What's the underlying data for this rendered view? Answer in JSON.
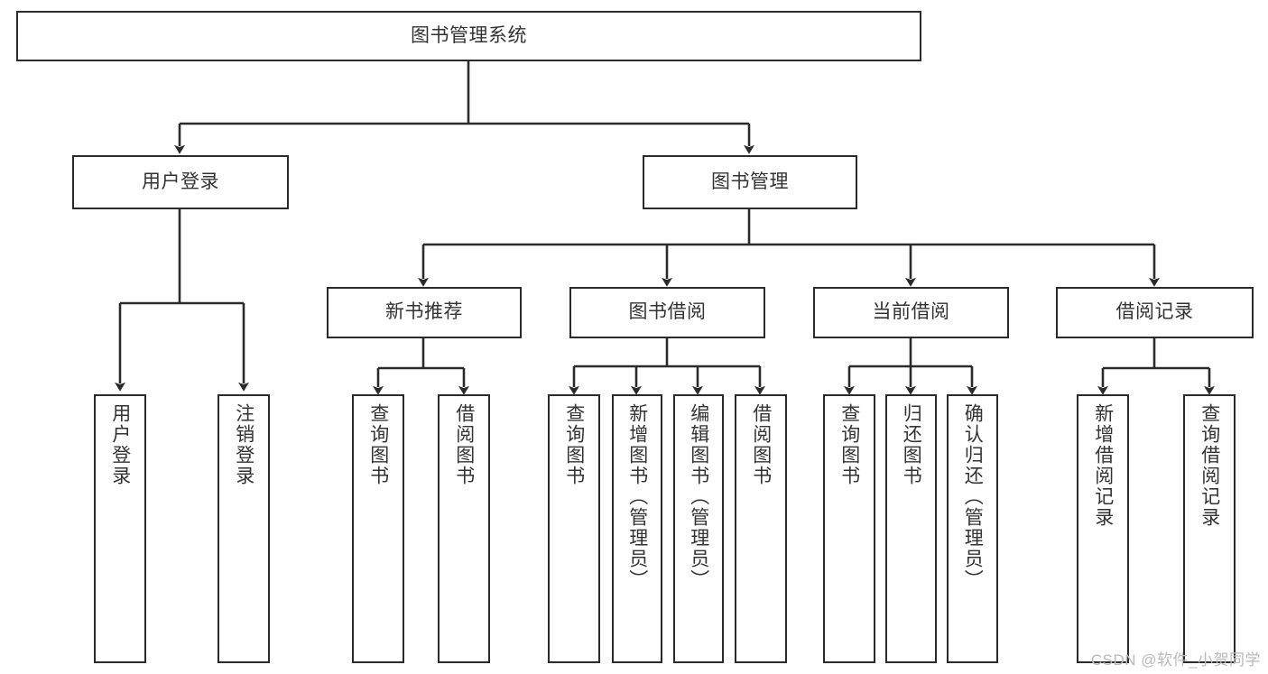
{
  "diagram": {
    "title": "图书管理系统",
    "type": "功能结构图",
    "watermark": "CSDN @软件_小贺同学",
    "style": {
      "box_border_color": "#2b2b2b",
      "box_fill_color": "#ffffff",
      "text_color": "#333333",
      "connector_color": "#2b2b2b",
      "background_color": "#ffffff",
      "watermark_color": "#b9b9b9"
    },
    "nodes": {
      "root": {
        "label": "图书管理系统"
      },
      "level2": [
        {
          "label": "用户登录"
        },
        {
          "label": "图书管理"
        }
      ],
      "level3": [
        {
          "label": "新书推荐"
        },
        {
          "label": "图书借阅"
        },
        {
          "label": "当前借阅"
        },
        {
          "label": "借阅记录"
        }
      ],
      "leaves_user_login": [
        {
          "label": "用户登录"
        },
        {
          "label": "注销登录"
        }
      ],
      "leaves_new_book": [
        {
          "label": "查询图书"
        },
        {
          "label": "借阅图书"
        }
      ],
      "leaves_borrow": [
        {
          "label": "查询图书"
        },
        {
          "label": "新增图书（管理员）"
        },
        {
          "label": "编辑图书（管理员）"
        },
        {
          "label": "借阅图书"
        }
      ],
      "leaves_current": [
        {
          "label": "查询图书"
        },
        {
          "label": "归还图书"
        },
        {
          "label": "确认归还（管理员）"
        }
      ],
      "leaves_records": [
        {
          "label": "新增借阅记录"
        },
        {
          "label": "查询借阅记录"
        }
      ]
    },
    "edges": [
      {
        "from": "图书管理系统",
        "to": "用户登录"
      },
      {
        "from": "图书管理系统",
        "to": "图书管理"
      },
      {
        "from": "用户登录",
        "to": "用户登录"
      },
      {
        "from": "用户登录",
        "to": "注销登录"
      },
      {
        "from": "图书管理",
        "to": "新书推荐"
      },
      {
        "from": "图书管理",
        "to": "图书借阅"
      },
      {
        "from": "图书管理",
        "to": "当前借阅"
      },
      {
        "from": "图书管理",
        "to": "借阅记录"
      },
      {
        "from": "新书推荐",
        "to": "查询图书"
      },
      {
        "from": "新书推荐",
        "to": "借阅图书"
      },
      {
        "from": "图书借阅",
        "to": "查询图书"
      },
      {
        "from": "图书借阅",
        "to": "新增图书（管理员）"
      },
      {
        "from": "图书借阅",
        "to": "编辑图书（管理员）"
      },
      {
        "from": "图书借阅",
        "to": "借阅图书"
      },
      {
        "from": "当前借阅",
        "to": "查询图书"
      },
      {
        "from": "当前借阅",
        "to": "归还图书"
      },
      {
        "from": "当前借阅",
        "to": "确认归还（管理员）"
      },
      {
        "from": "借阅记录",
        "to": "新增借阅记录"
      },
      {
        "from": "借阅记录",
        "to": "查询借阅记录"
      }
    ]
  }
}
